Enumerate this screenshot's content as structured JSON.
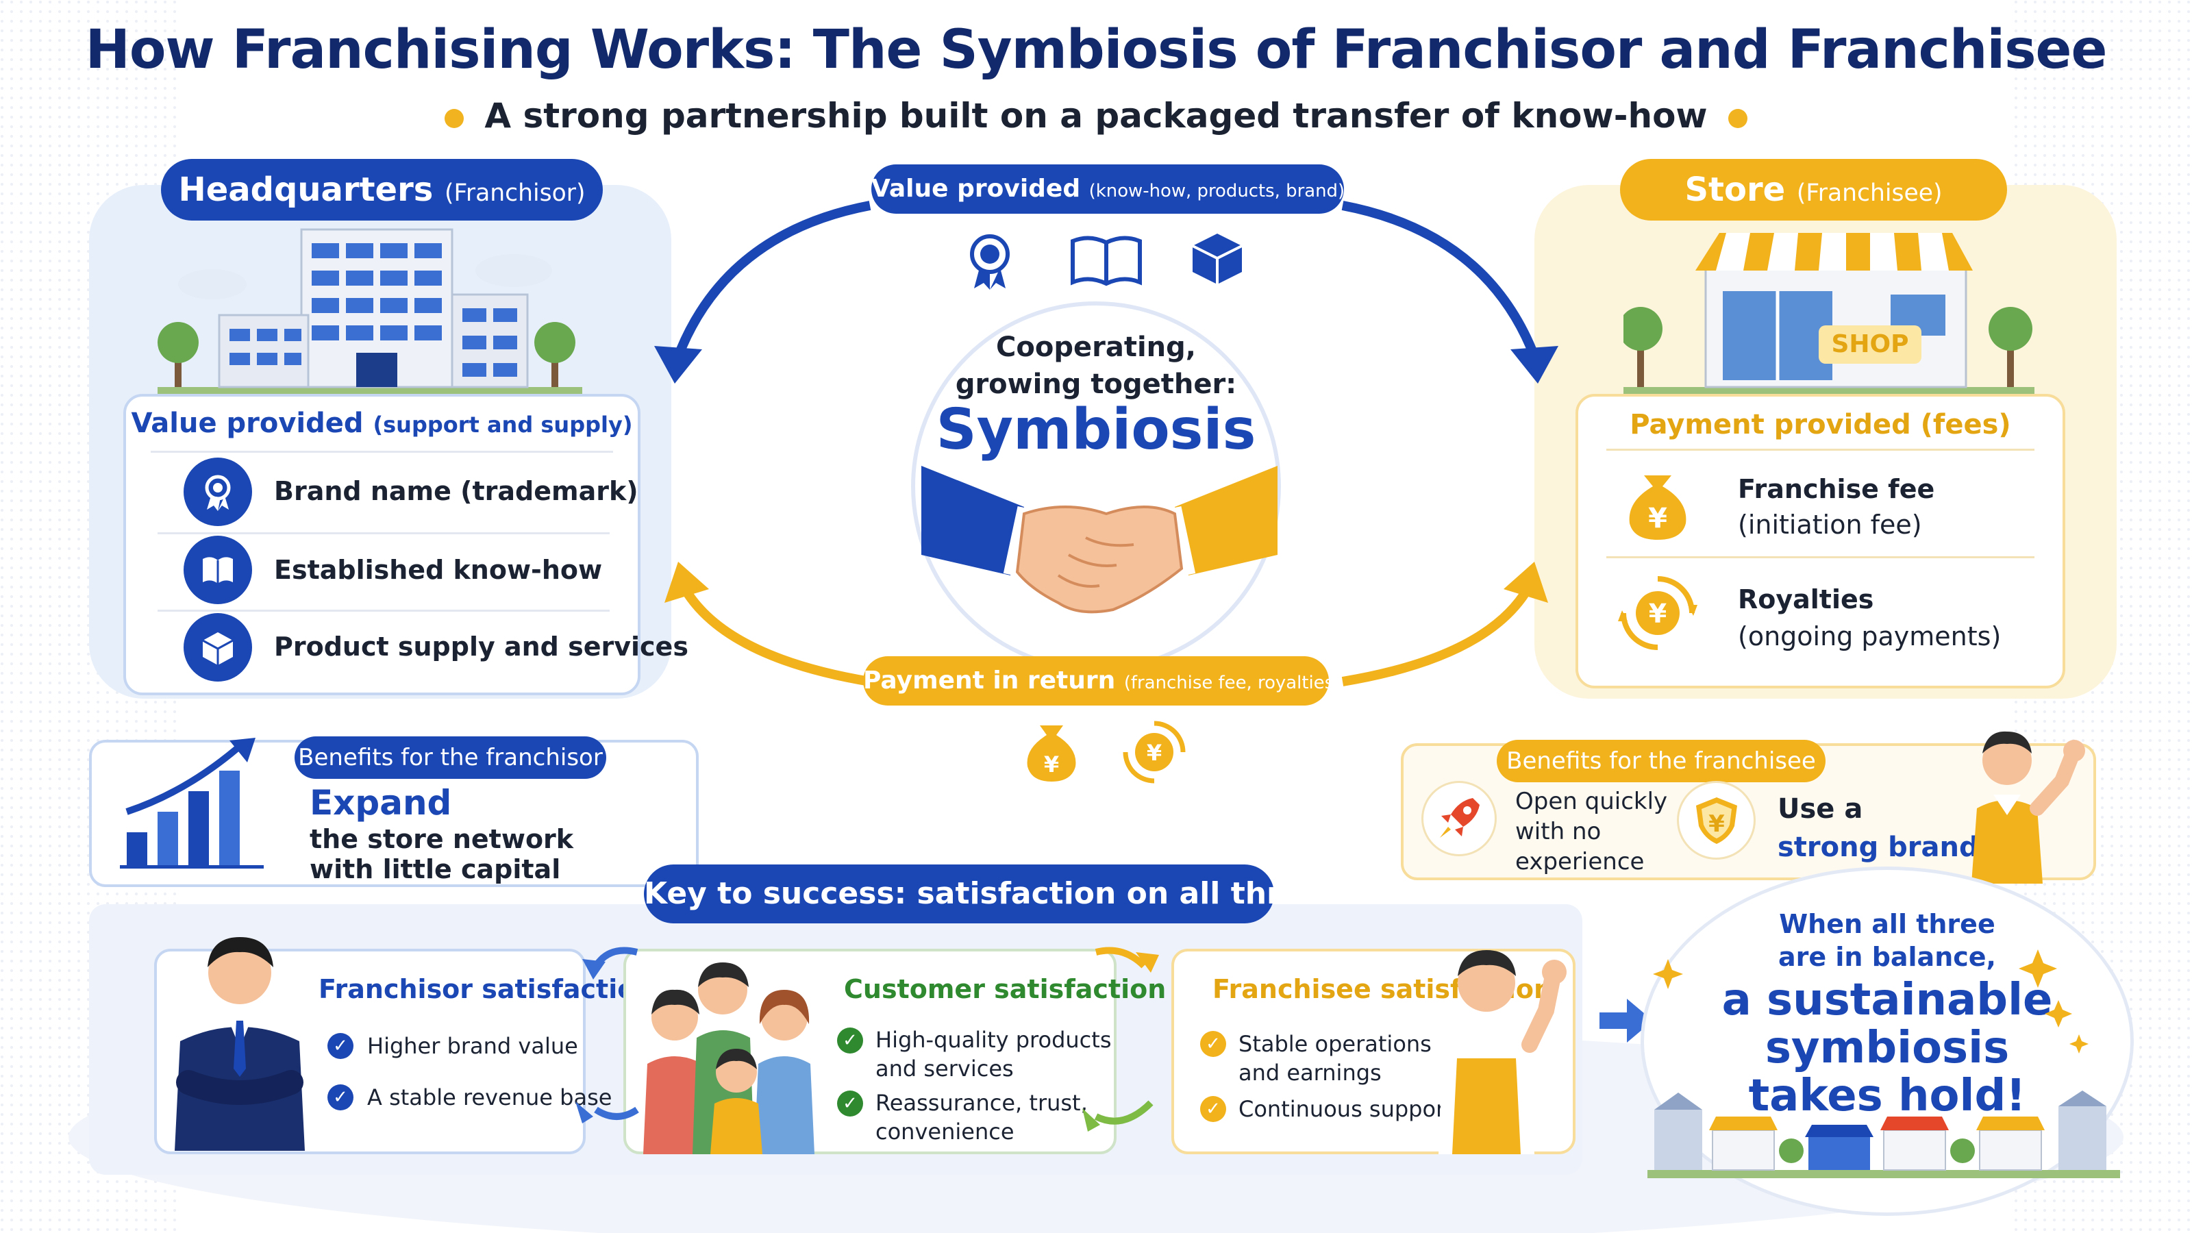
{
  "title": "How Franchising Works: The Symbiosis of Franchisor and Franchisee",
  "subtitle": "A strong partnership built on a packaged transfer of know-how",
  "colors": {
    "blue": "#1b47b4",
    "yellow": "#f2b21b",
    "navy": "#12296b",
    "green": "#2f8a2f"
  },
  "hq": {
    "label": "Headquarters",
    "label_small": "(Franchisor)",
    "card_title": "Value provided",
    "card_title_small": "(support and supply)",
    "items": [
      {
        "icon": "ribbon-icon",
        "text": "Brand name (trademark)"
      },
      {
        "icon": "book-icon",
        "text": "Established know-how"
      },
      {
        "icon": "box-icon",
        "text": "Product supply and services"
      }
    ]
  },
  "store": {
    "label": "Store",
    "label_small": "(Franchisee)",
    "sign": "SHOP",
    "card_title": "Payment provided (fees)",
    "items": [
      {
        "icon": "money-bag-icon",
        "line1": "Franchise fee",
        "line2": "(initiation fee)"
      },
      {
        "icon": "coin-cycle-icon",
        "line1": "Royalties",
        "line2": "(ongoing payments)"
      }
    ]
  },
  "center": {
    "value_label": "Value provided",
    "value_label_small": "(know-how, products, brand)",
    "cooperating": [
      "Cooperating,",
      "growing together:"
    ],
    "symbiosis": "Symbiosis",
    "payment_label": "Payment in return",
    "payment_label_small": "(franchise fee, royalties)"
  },
  "franchisor_benefit": {
    "label": "Benefits for the franchisor",
    "headline": "Expand",
    "lines": [
      "the store network",
      "with little capital"
    ]
  },
  "franchisee_benefit": {
    "label": "Benefits for the franchisee",
    "item1": [
      "Open quickly",
      "with no",
      "experience"
    ],
    "item2_line1": "Use a",
    "item2_line2": "strong brand"
  },
  "key": {
    "label": "Key to success: satisfaction on all three sides",
    "franchisor": {
      "title": "Franchisor satisfaction",
      "items": [
        "Higher brand value",
        "A stable revenue base"
      ]
    },
    "customer": {
      "title": "Customer satisfaction",
      "items": [
        [
          "High-quality products",
          "and services"
        ],
        [
          "Reassurance, trust,",
          "convenience"
        ]
      ]
    },
    "franchisee": {
      "title": "Franchisee satisfaction",
      "items": [
        [
          "Stable operations",
          "and earnings"
        ],
        [
          "Continuous support"
        ]
      ]
    }
  },
  "conclusion": {
    "lines_small": [
      "When all three",
      "are in balance,"
    ],
    "lines_big": [
      "a sustainable",
      "symbiosis",
      "takes hold!"
    ]
  }
}
